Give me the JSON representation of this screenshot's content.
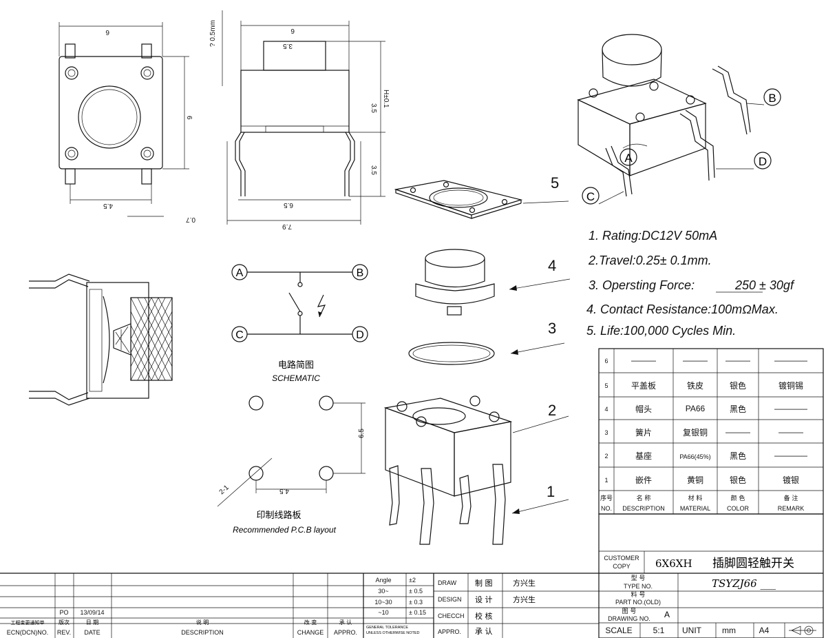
{
  "drawing": {
    "dimensions": {
      "top_width": "6",
      "side_height": "6",
      "front_width": "6",
      "button_width": "3.5",
      "bottom_pitch": "4.5",
      "pin_offset": "0.7",
      "front_span": "6.5",
      "overall_width": "7.9",
      "body_height": "3.5",
      "pin_height": "3.5",
      "total_height": "H±0.1",
      "pcb_pitch_h": "4.5",
      "pcb_pitch_v": "6.5",
      "hole_dia": "2-1"
    },
    "pins": {
      "a": "A",
      "b": "B",
      "c": "C",
      "d": "D"
    },
    "schematic": {
      "cn": "电路简图",
      "en": "SCHEMATIC"
    },
    "pcb_layout": {
      "cn": "印制线路板",
      "en": "Recommended P.C.B layout"
    },
    "callouts": [
      "5",
      "4",
      "3",
      "2",
      "1"
    ]
  },
  "specs": [
    "1. Rating:DC12V  50mA",
    "2.Travel:0.25± 0.1mm.",
    "3. Opersting Force:",
    "250 ±  30gf",
    "4. Contact Resistance:100mΩMax.",
    "5. Life:100,000 Cycles Min."
  ],
  "bom": {
    "rows": [
      {
        "no": "6",
        "name": "———",
        "material": "———",
        "color": "———",
        "remark": "————"
      },
      {
        "no": "5",
        "name": "平盖板",
        "material": "铁皮",
        "color": "银色",
        "remark": "镀铜锡"
      },
      {
        "no": "4",
        "name": "帽头",
        "material": "PA66",
        "color": "黑色",
        "remark": "————"
      },
      {
        "no": "3",
        "name": "簧片",
        "material": "复银铜",
        "color": "———",
        "remark": "———"
      },
      {
        "no": "2",
        "name": "基座",
        "material": "PA66(45%)",
        "color": "黑色",
        "remark": "————"
      },
      {
        "no": "1",
        "name": "嵌件",
        "material": "黄铜",
        "color": "银色",
        "remark": "镀银"
      }
    ],
    "header_cn": {
      "no": "序号",
      "name": "名    称",
      "material": "材 料",
      "color": "颜  色",
      "remark": "备  注"
    },
    "header_en": {
      "no": "NO.",
      "name": "DESCRIPTION",
      "material": "MATERIAL",
      "color": "COLOR",
      "remark": "REMARK"
    }
  },
  "title_block": {
    "customer_label": "CUSTOMER",
    "copy_label": "COPY",
    "model": "6X6XH",
    "product_name": "插脚圆轻触开关",
    "type_no_cn": "型  号",
    "type_no_en": "TYPE NO.",
    "type_no_value": "TSYZJ66 ___",
    "part_no_cn": "料  号",
    "part_no_en": "PART NO.(OLD)",
    "drawing_no_cn": "图  号",
    "drawing_no_en": "DRAWING NO.",
    "drawing_no_value": "A",
    "scale_label": "SCALE",
    "scale_value": "5:1",
    "unit_label": "UNIT",
    "unit_value": "mm",
    "size_value": "A4"
  },
  "tolerance": {
    "angle_label": "Angle",
    "angle_value": "±2",
    "rows": [
      {
        "range": "30~",
        "tol": "± 0.5"
      },
      {
        "range": "10~30",
        "tol": "± 0.3"
      },
      {
        "range": "~10",
        "tol": "± 0.15"
      }
    ],
    "note1": "GENERAL TOLERANCE",
    "note2": "UNLESS OTHERWISE NOTED"
  },
  "approval": {
    "draw_en": "DRAW",
    "draw_cn": "制  图",
    "draw_name": "方兴生",
    "design_en": "DESIGN",
    "design_cn": "设  计",
    "design_name": "方兴生",
    "check_en": "CHECCH",
    "check_cn": "校  核",
    "appro_en": "APPRO.",
    "appro_cn": "承  认"
  },
  "revision": {
    "po": "PO",
    "date_value": "13/09/14",
    "ecn_cn": "工程变更通知单",
    "ecn_en": "ECN(DCN)NO.",
    "rev_cn": "版次",
    "rev_en": "REV.",
    "date_cn": "日  期",
    "date_en": "DATE",
    "desc_cn": "说      明",
    "desc_en": "DESCRIPTION",
    "change_cn": "改  变",
    "change_en": "CHANGE",
    "appr_cn": "承  认",
    "appr_en": "APPRO."
  }
}
